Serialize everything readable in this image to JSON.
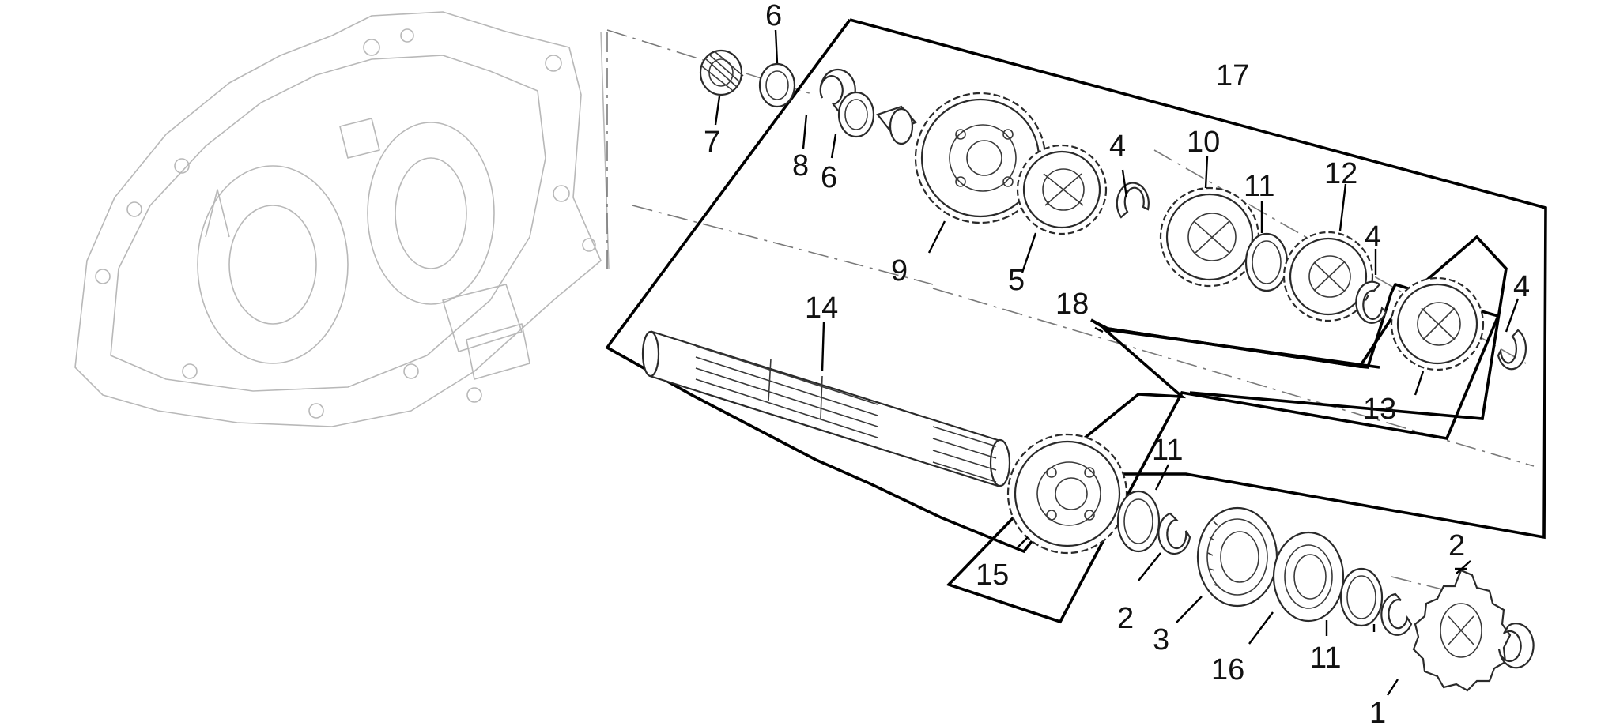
{
  "diagram": {
    "part_numbers": {
      "p1": "1",
      "p2a": "2",
      "p2b": "2",
      "p3": "3",
      "p4a": "4",
      "p4b": "4",
      "p4c": "4",
      "p5": "5",
      "p6a": "6",
      "p6b": "6",
      "p7": "7",
      "p8": "8",
      "p9": "9",
      "p10": "10",
      "p11a": "11",
      "p11b": "11",
      "p11c": "11",
      "p12": "12",
      "p13": "13",
      "p14": "14",
      "p15": "15",
      "p16": "16",
      "p17": "17",
      "p18": "18"
    },
    "colors": {
      "line": "#000000",
      "crankcase": "#b8b8b8",
      "part_outline": "#2a2a2a",
      "background": "#ffffff"
    }
  }
}
